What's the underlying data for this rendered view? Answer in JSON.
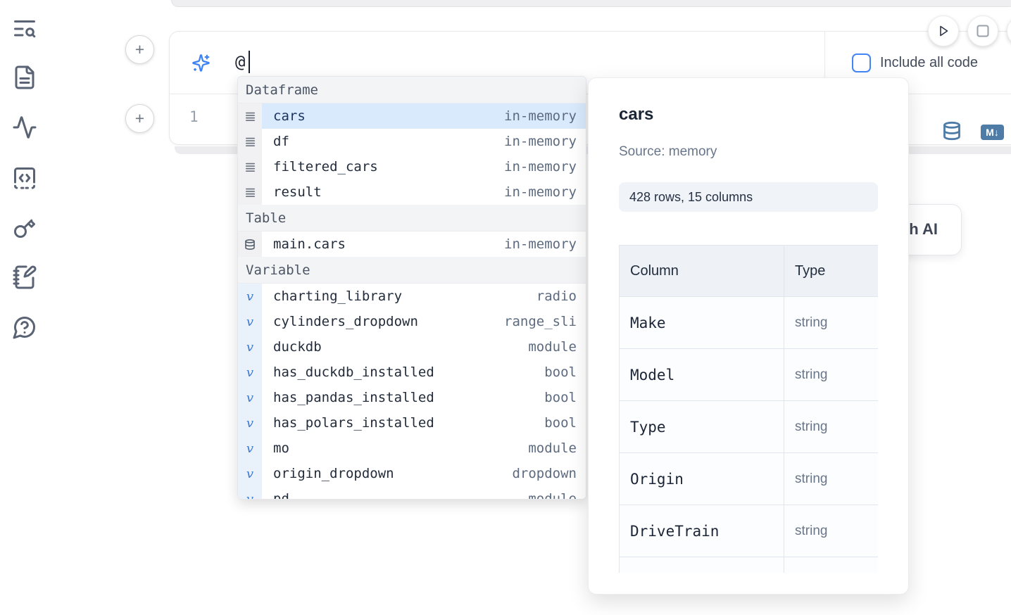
{
  "colors": {
    "accent_blue": "#3e82f6",
    "steel_blue_icons": "#4e7ca7",
    "selected_row_bg": "#d9eafd",
    "checkbox_border": "#4285f4"
  },
  "sidebar": {
    "items": [
      {
        "icon": "list-search-icon"
      },
      {
        "icon": "file-text-icon"
      },
      {
        "icon": "activity-icon"
      },
      {
        "icon": "code-square-icon"
      },
      {
        "icon": "key-icon"
      },
      {
        "icon": "notebook-pen-icon"
      },
      {
        "icon": "help-chat-icon"
      }
    ]
  },
  "cell_controls": {
    "add_top": "+",
    "add_bottom": "+"
  },
  "prompt": {
    "value": "@",
    "include_all_code_label": "Include all code"
  },
  "editor": {
    "line_number": "1"
  },
  "editor_toolbar": {
    "markdown_badge": "M↓"
  },
  "ai_button_fragment": {
    "label": "with AI"
  },
  "autocomplete": {
    "sections": [
      {
        "label": "Dataframe",
        "items": [
          {
            "name": "cars",
            "type": "in-memory",
            "icon": "dataframe",
            "selected": true
          },
          {
            "name": "df",
            "type": "in-memory",
            "icon": "dataframe",
            "selected": false
          },
          {
            "name": "filtered_cars",
            "type": "in-memory",
            "icon": "dataframe",
            "selected": false
          },
          {
            "name": "result",
            "type": "in-memory",
            "icon": "dataframe",
            "selected": false
          }
        ]
      },
      {
        "label": "Table",
        "items": [
          {
            "name": "main.cars",
            "type": "in-memory",
            "icon": "table",
            "selected": false
          }
        ]
      },
      {
        "label": "Variable",
        "items": [
          {
            "name": "charting_library",
            "type": "radio",
            "icon": "variable",
            "selected": false
          },
          {
            "name": "cylinders_dropdown",
            "type": "range_sli",
            "icon": "variable",
            "selected": false
          },
          {
            "name": "duckdb",
            "type": "module",
            "icon": "variable",
            "selected": false
          },
          {
            "name": "has_duckdb_installed",
            "type": "bool",
            "icon": "variable",
            "selected": false
          },
          {
            "name": "has_pandas_installed",
            "type": "bool",
            "icon": "variable",
            "selected": false
          },
          {
            "name": "has_polars_installed",
            "type": "bool",
            "icon": "variable",
            "selected": false
          },
          {
            "name": "mo",
            "type": "module",
            "icon": "variable",
            "selected": false
          },
          {
            "name": "origin_dropdown",
            "type": "dropdown",
            "icon": "variable",
            "selected": false
          },
          {
            "name": "pd",
            "type": "module",
            "icon": "variable",
            "selected": false
          }
        ]
      }
    ]
  },
  "preview": {
    "title": "cars",
    "source": "Source: memory",
    "shape_badge": "428 rows, 15 columns",
    "table": {
      "headers": [
        "Column",
        "Type"
      ],
      "rows": [
        {
          "column": "Make",
          "type": "string"
        },
        {
          "column": "Model",
          "type": "string"
        },
        {
          "column": "Type",
          "type": "string"
        },
        {
          "column": "Origin",
          "type": "string"
        },
        {
          "column": "DriveTrain",
          "type": "string"
        }
      ]
    }
  }
}
